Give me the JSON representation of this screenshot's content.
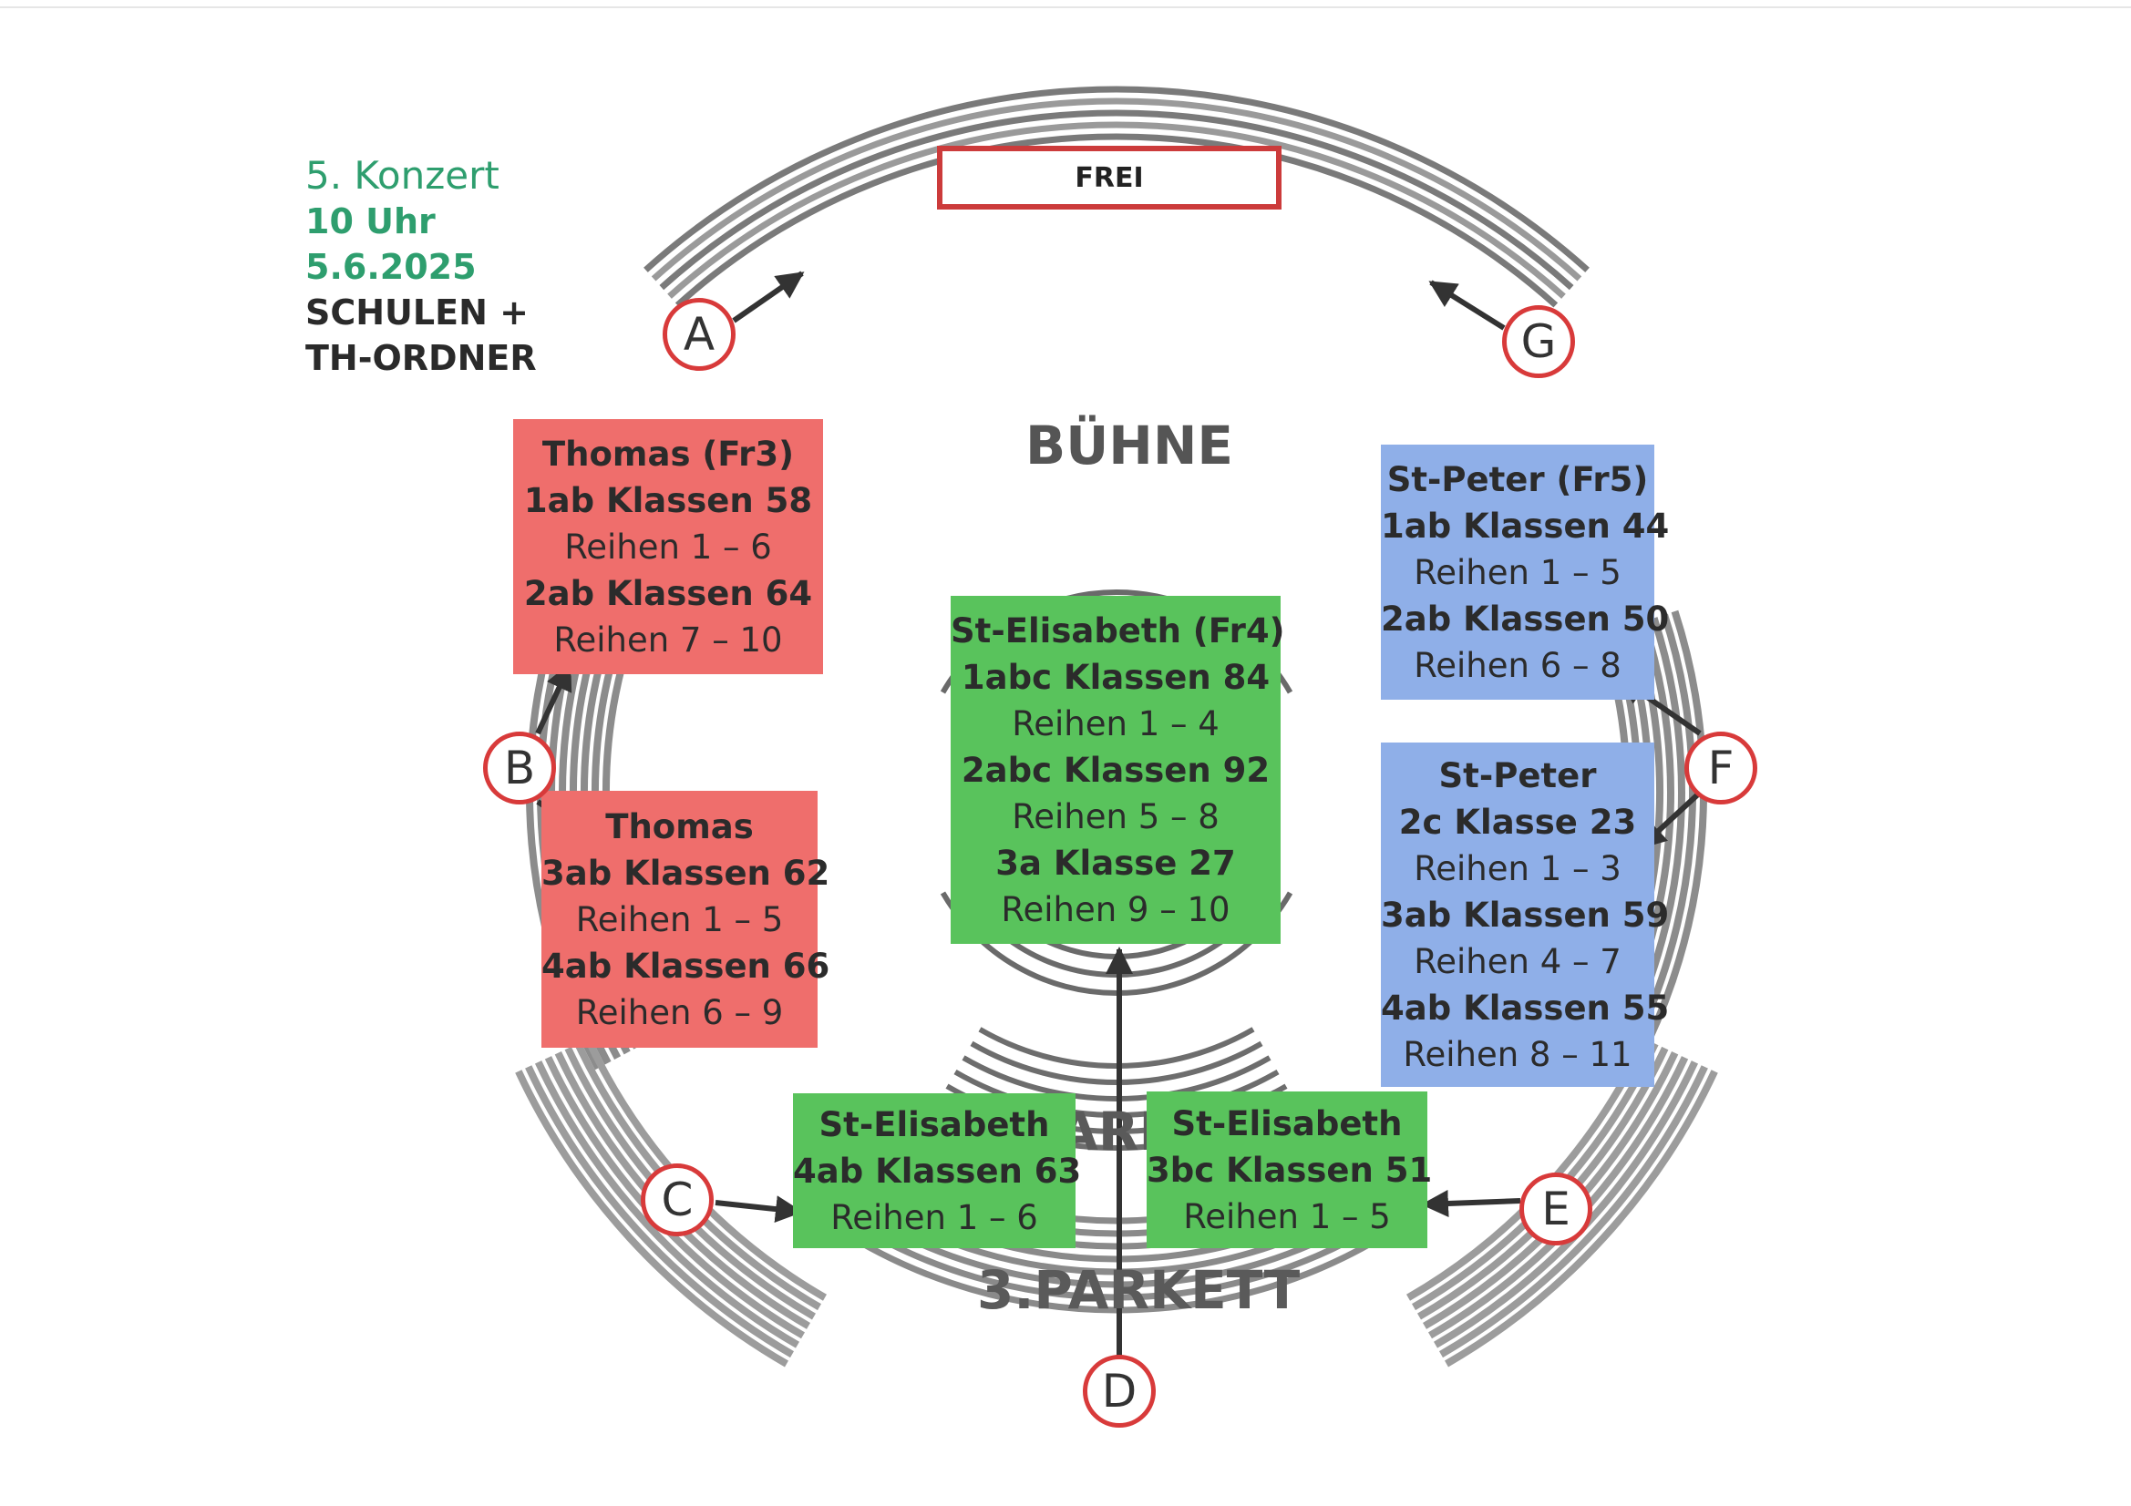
{
  "info": {
    "concert": "5. Konzert",
    "time": "10 Uhr",
    "date": "5.6.2025",
    "audience_line1": "SCHULEN +",
    "audience_line2": "TH-ORDNER"
  },
  "venue": {
    "stage_label": "BÜHNE",
    "free_label": "FREI",
    "partial_label": "ARK",
    "parkett_label": "3.PARKETT"
  },
  "entrances": [
    "A",
    "B",
    "C",
    "D",
    "E",
    "F",
    "G"
  ],
  "blocks": {
    "thomas_fr3": [
      "Thomas (Fr3)",
      "1ab Klassen 58",
      "Reihen 1 – 6",
      "2ab Klassen 64",
      "Reihen 7 – 10"
    ],
    "thomas": [
      "Thomas",
      "3ab Klassen 62",
      "Reihen 1 – 5",
      "4ab Klassen 66",
      "Reihen 6 – 9"
    ],
    "elisabeth_fr4": [
      "St-Elisabeth (Fr4)",
      "1abc Klassen 84",
      "Reihen 1 – 4",
      "2abc Klassen 92",
      "Reihen 5 – 8",
      "3a Klasse 27",
      "Reihen 9 – 10"
    ],
    "elisabeth_c": [
      "St-Elisabeth",
      "4ab Klassen 63",
      "Reihen 1 – 6"
    ],
    "elisabeth_e": [
      "St-Elisabeth",
      "3bc Klassen 51",
      "Reihen 1 – 5"
    ],
    "peter_fr5": [
      "St-Peter (Fr5)",
      "1ab Klassen 44",
      "Reihen 1 – 5",
      "2ab Klassen 50",
      "Reihen 6 – 8"
    ],
    "peter": [
      "St-Peter",
      "2c Klasse 23",
      "Reihen 1 – 3",
      "3ab Klassen 59",
      "Reihen 4 – 7",
      "4ab Klassen 55",
      "Reihen 8 – 11"
    ]
  },
  "colors": {
    "red_box": "#ef6e6c",
    "green_box": "#59c35c",
    "blue_box": "#8fafe8",
    "circle_border": "#d83a3a",
    "info_green": "#2e9e6e"
  }
}
